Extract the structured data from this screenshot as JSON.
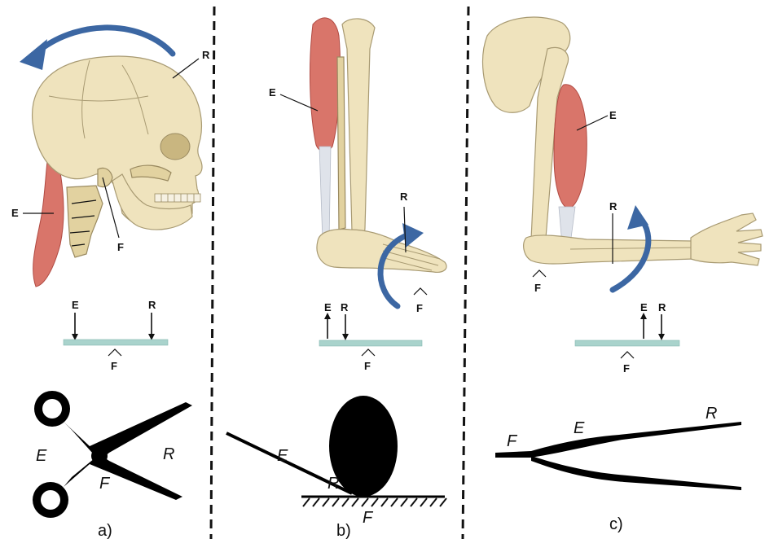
{
  "panels": {
    "a": {
      "anatomy_labels": {
        "effort": "E",
        "resistance": "R",
        "fulcrum": "F"
      },
      "lever_labels": {
        "effort": "E",
        "resistance": "R",
        "fulcrum": "F"
      },
      "tool_labels": {
        "effort": "E",
        "resistance": "R",
        "fulcrum": "F"
      },
      "tool": "scissors",
      "caption": "a)"
    },
    "b": {
      "anatomy_labels": {
        "effort": "E",
        "resistance": "R",
        "fulcrum": "F"
      },
      "lever_labels": {
        "effort": "E",
        "resistance": "R",
        "fulcrum": "F"
      },
      "tool_labels": {
        "effort": "E",
        "resistance": "R",
        "fulcrum": "F"
      },
      "tool": "crowbar-lifting-rock",
      "caption": "b)"
    },
    "c": {
      "anatomy_labels": {
        "effort": "E",
        "resistance": "R",
        "fulcrum": "F"
      },
      "lever_labels": {
        "effort": "E",
        "resistance": "R",
        "fulcrum": "F"
      },
      "tool_labels": {
        "effort": "E",
        "resistance": "R",
        "fulcrum": "F"
      },
      "tool": "tweezers",
      "caption": "c)"
    }
  },
  "colors": {
    "rotation_arrow": "#3c67a3",
    "muscle": "#d9756a",
    "bone": "#efe3bd",
    "lever_bar": "#a9d3cc"
  }
}
